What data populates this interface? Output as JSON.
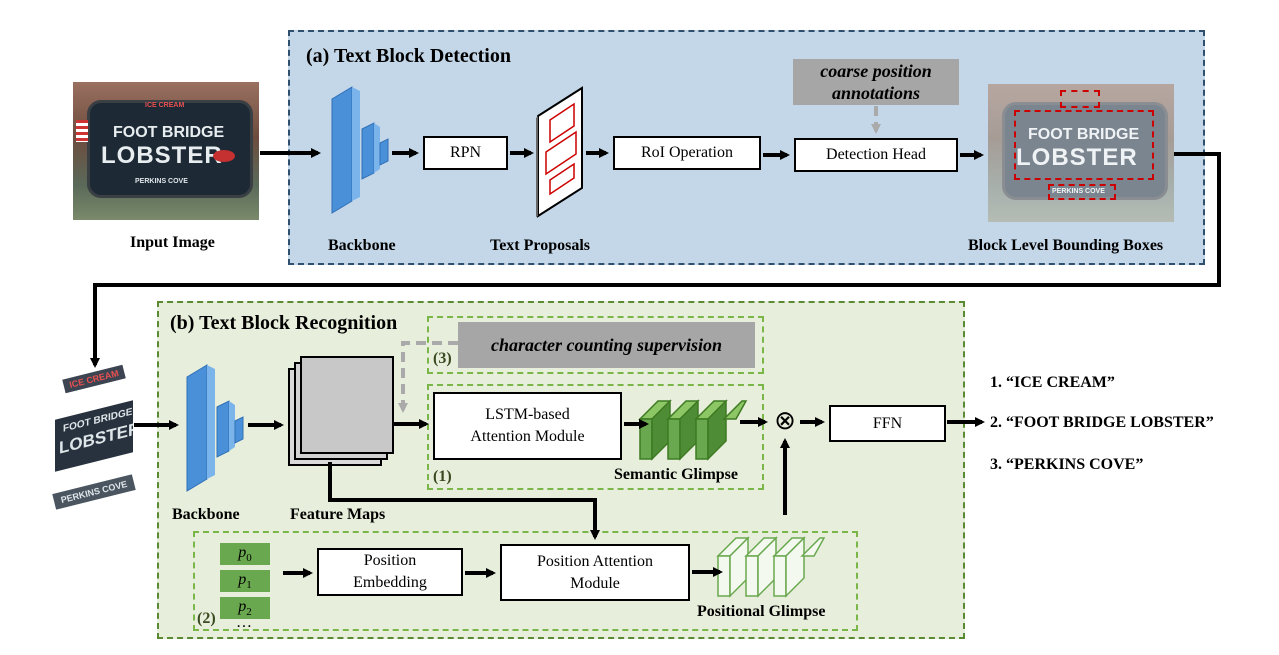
{
  "section_a": {
    "title": "(a) Text Block Detection",
    "input_label": "Input Image",
    "backbone_label": "Backbone",
    "rpn_label": "RPN",
    "proposals_label": "Text Proposals",
    "roi_label": "RoI Operation",
    "detection_head_label": "Detection Head",
    "coarse_annotations_label": "coarse position annotations",
    "bboxes_label": "Block Level Bounding Boxes"
  },
  "section_b": {
    "title": "(b) Text Block Recognition",
    "backbone_label": "Backbone",
    "feature_maps_label": "Feature Maps",
    "counting_supervision_label": "character counting supervision",
    "lstm_label": "LSTM-based Attention Module",
    "semantic_glimpse_label": "Semantic Glimpse",
    "position_embedding_label": "Position Embedding",
    "position_attention_label": "Position Attention Module",
    "positional_glimpse_label": "Positional Glimpse",
    "ffn_label": "FFN",
    "multiply_symbol": "⊗",
    "branch_numbers": [
      "(1)",
      "(2)",
      "(3)"
    ],
    "position_tokens": [
      "p0",
      "p1",
      "p2"
    ],
    "position_ellipsis": "…"
  },
  "sign_text": {
    "top": "ICE CREAM",
    "middle_1": "FOOT BRIDGE",
    "middle_2": "LOBSTER",
    "bottom": "PERKINS COVE"
  },
  "results": [
    "1. “ICE CREAM”",
    "2. “FOOT BRIDGE LOBSTER”",
    "3. “PERKINS COVE”"
  ],
  "colors": {
    "detection_bg": "#c4d7e9",
    "detection_border": "#2f4f6f",
    "recognition_bg": "#e7eedb",
    "recognition_border": "#5a8a32",
    "glimpse_green": "#6aa84f",
    "backbone_blue": "#4a90d9"
  }
}
